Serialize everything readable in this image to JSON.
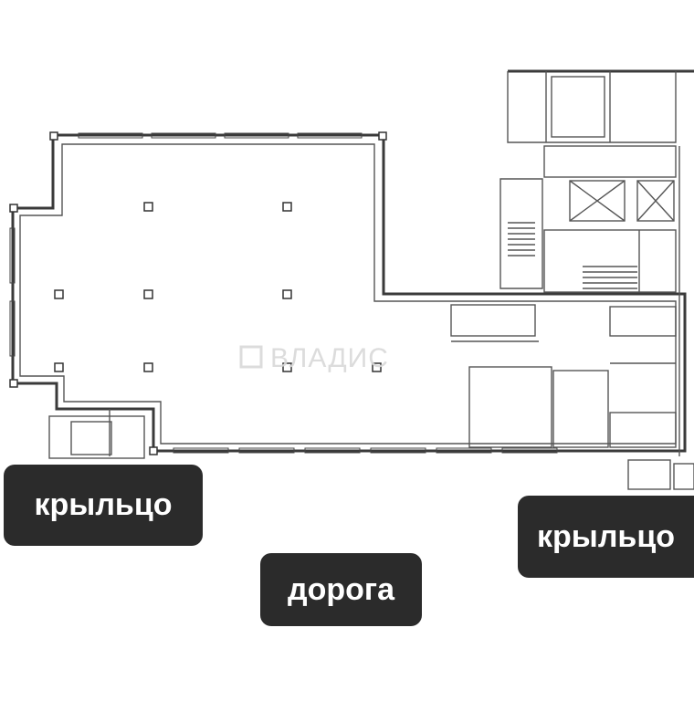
{
  "labels": {
    "porch_left": "крыльцо",
    "porch_right": "крыльцо",
    "road": "дорога"
  },
  "watermark": {
    "text": "ВЛАДИС"
  },
  "colors": {
    "label_bg": "#2b2b2b",
    "label_text": "#ffffff",
    "wall": "#3a3a3a",
    "background": "#ffffff"
  }
}
